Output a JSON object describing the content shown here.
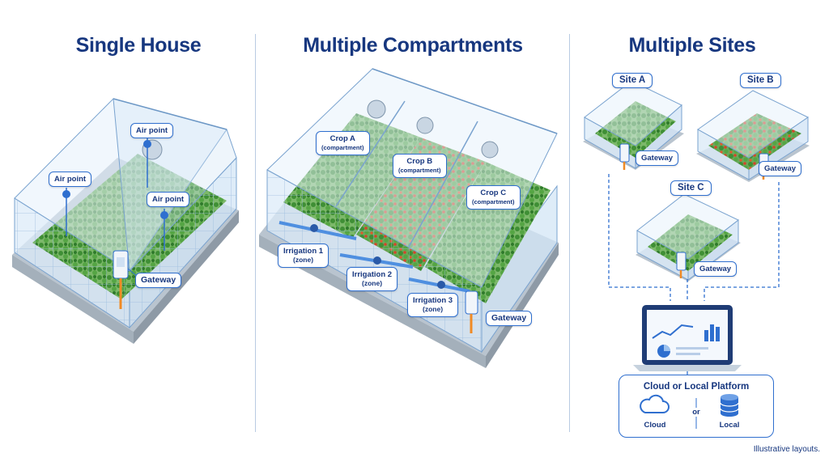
{
  "panels": [
    {
      "title": "Single House"
    },
    {
      "title": "Multiple Compartments"
    },
    {
      "title": "Multiple Sites"
    }
  ],
  "single_house": {
    "labels": [
      "Air point",
      "Air point",
      "Air point",
      "Gateway"
    ]
  },
  "compartments": {
    "crops": [
      {
        "name": "Crop A",
        "sub": "(compartment)"
      },
      {
        "name": "Crop B",
        "sub": "(compartment)"
      },
      {
        "name": "Crop C",
        "sub": "(compartment)"
      }
    ],
    "irrigation": [
      {
        "name": "Irrigation 1",
        "sub": "(zone)"
      },
      {
        "name": "Irrigation 2",
        "sub": "(zone)"
      },
      {
        "name": "Irrigation 3",
        "sub": "(zone)"
      }
    ],
    "gateway": "Gateway"
  },
  "sites": {
    "names": [
      "Site A",
      "Site B",
      "Site C"
    ],
    "gateway": "Gateway"
  },
  "platform": {
    "title": "Cloud or Local Platform",
    "cloud": "Cloud",
    "or": "or",
    "local": "Local"
  },
  "footnote": "Illustrative layouts.",
  "colors": {
    "title": "#17377f",
    "accent": "#2f6fcf",
    "glass": "#dcebf8",
    "plant": "#4f9e3f",
    "tomato": "#d2452b"
  },
  "icons": [
    "fan-icon",
    "sensor-icon",
    "valve-icon",
    "gateway-device-icon",
    "laptop-icon",
    "cloud-icon",
    "database-icon"
  ]
}
